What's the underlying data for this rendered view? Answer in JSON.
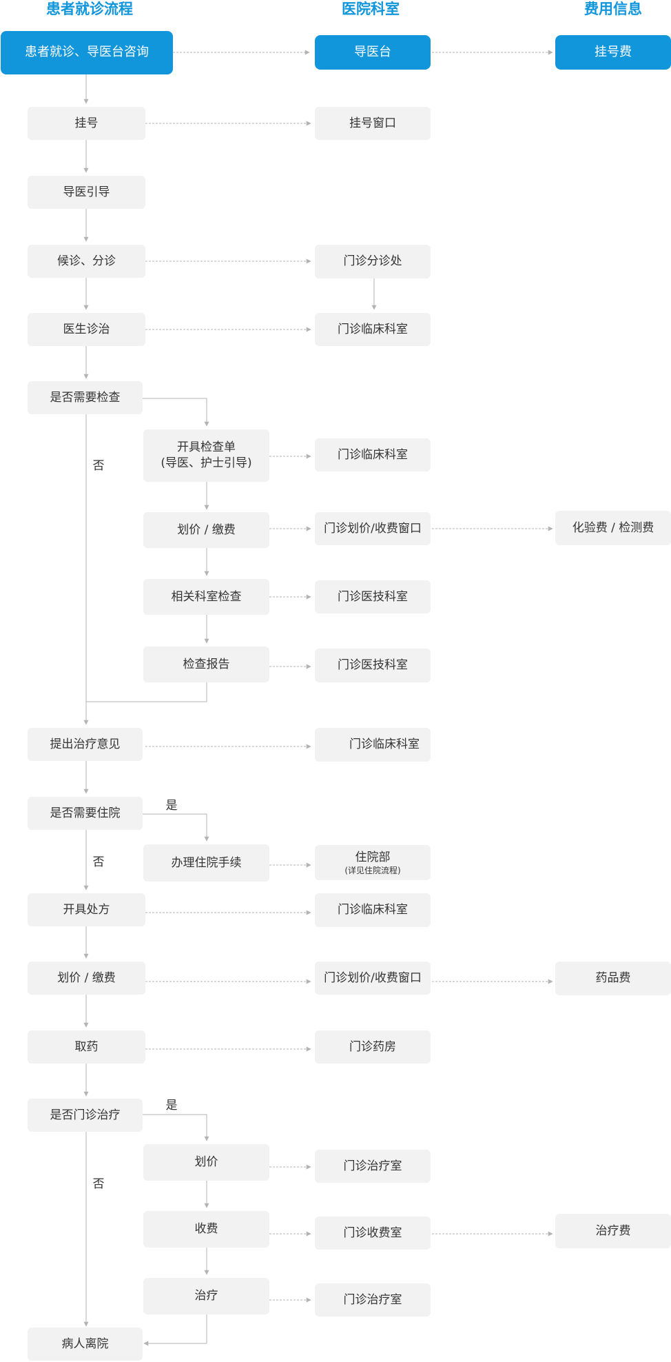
{
  "headers": {
    "flow": "患者就诊流程",
    "dept": "医院科室",
    "fee": "费用信息"
  },
  "flow": {
    "consult": "患者就诊、导医台咨询",
    "register": "挂号",
    "guide": "导医引导",
    "wait": "候诊、分诊",
    "diagnose": "医生诊治",
    "need_exam": "是否需要检查",
    "exam_order": "开具检查单",
    "exam_order_sub": "(导医、护士引导)",
    "exam_pay": "划价 / 缴费",
    "exam_do": "相关科室检查",
    "exam_report": "检查报告",
    "treat_advice": "提出治疗意见",
    "need_inpatient": "是否需要住院",
    "inpatient_proc": "办理住院手续",
    "prescribe": "开具处方",
    "pay": "划价 / 缴费",
    "medicine": "取药",
    "need_treat": "是否门诊治疗",
    "treat_price": "划价",
    "treat_fee": "收费",
    "treat": "治疗",
    "leave": "病人离院"
  },
  "dept": {
    "desk": "导医台",
    "reg_window": "挂号窗口",
    "triage": "门诊分诊处",
    "clinic1": "门诊临床科室",
    "clinic2": "门诊临床科室",
    "cashier1": "门诊划价/收费窗口",
    "tech1": "门诊医技科室",
    "tech2": "门诊医技科室",
    "clinic3": "门诊临床科室",
    "inpatient_dept": "住院部",
    "inpatient_dept_sub": "(详见住院流程)",
    "clinic4": "门诊临床科室",
    "cashier2": "门诊划价/收费窗口",
    "pharmacy": "门诊药房",
    "treat_room1": "门诊治疗室",
    "charge_room": "门诊收费室",
    "treat_room2": "门诊治疗室"
  },
  "fee": {
    "reg_fee": "挂号费",
    "lab_fee": "化验费 / 检测费",
    "drug_fee": "药品费",
    "treat_fee": "治疗费"
  },
  "labels": {
    "no1": "否",
    "yes2": "是",
    "no2": "否",
    "yes3": "是",
    "no3": "否"
  },
  "colors": {
    "accent": "#1296db",
    "box_bg": "#f2f2f2",
    "line": "#b3b3b3"
  }
}
